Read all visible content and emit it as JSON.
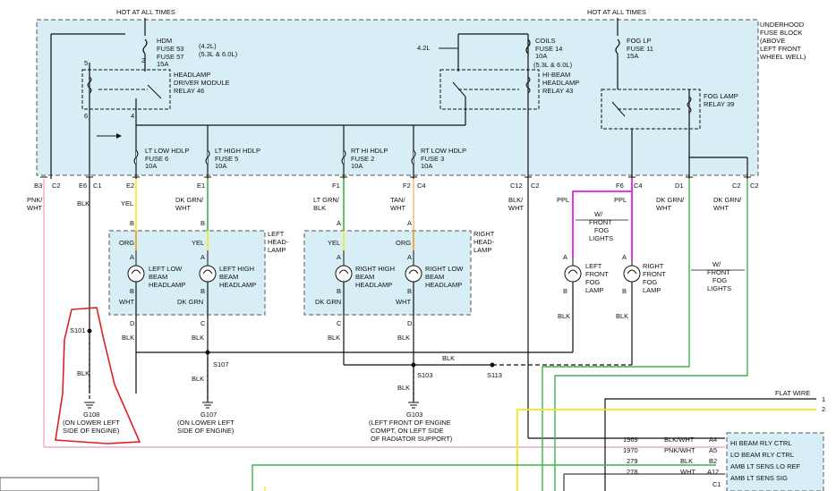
{
  "hot_at_all_times": [
    "HOT AT ALL TIMES",
    "HOT AT ALL TIMES"
  ],
  "underhood": [
    "UNDERHOOD",
    "FUSE BLOCK",
    "(ABOVE",
    "LEFT FRONT",
    "WHEEL WELL)"
  ],
  "hdm_fuse": {
    "name": "HDM",
    "fuse53": "FUSE 53",
    "fuse57": "FUSE 57",
    "rating": "15A",
    "eng1": "(4.2L)",
    "eng2": "(5.3L & 6.0L)"
  },
  "coils_fuse": {
    "name": "COILS",
    "fuse": "FUSE 14",
    "rating": "10A",
    "eng1": "4.2L",
    "eng2": "(5.3L & 6.0L)"
  },
  "foglp_fuse": {
    "name": "FOG LP",
    "fuse": "FUSE 11",
    "rating": "15A"
  },
  "relays": {
    "hdm": [
      "HEADLAMP",
      "DRIVER MODULE",
      "RELAY 46"
    ],
    "hibeam": [
      "HI-BEAM",
      "HEADLAMP",
      "RELAY 43"
    ],
    "fog": [
      "FOG LAMP",
      "RELAY 39"
    ]
  },
  "pins": {
    "p5": "5",
    "p2": "2",
    "p6": "6",
    "p4": "4"
  },
  "fuses_row": [
    {
      "name": "LT LOW HDLP",
      "fuse": "FUSE 6",
      "rating": "10A"
    },
    {
      "name": "LT HIGH HDLP",
      "fuse": "FUSE 5",
      "rating": "10A"
    },
    {
      "name": "RT HI HDLP",
      "fuse": "FUSE 2",
      "rating": "10A"
    },
    {
      "name": "RT LOW HDLP",
      "fuse": "FUSE 3",
      "rating": "10A"
    }
  ],
  "connectors": [
    "B3",
    "C2",
    "E6",
    "C1",
    "E2",
    "E1",
    "F1",
    "F2",
    "C4",
    "C12",
    "C2",
    "F6",
    "C4",
    "D1",
    "C2",
    "C2"
  ],
  "wire_colors": {
    "pnk_wht": [
      "PNK/",
      "WHT"
    ],
    "blk": "BLK",
    "yel": "YEL",
    "dk_grn_wht": [
      "DK GRN/",
      "WHT"
    ],
    "lt_grn_blk": [
      "LT GRN/",
      "BLK"
    ],
    "tan_wht": [
      "TAN/",
      "WHT"
    ],
    "blk_wht": [
      "BLK/",
      "WHT"
    ],
    "ppl": "PPL",
    "org": "ORG",
    "dk_grn": "DK GRN",
    "wht": "WHT"
  },
  "left_headlamp": [
    "LEFT",
    "HEAD-",
    "LAMP"
  ],
  "right_headlamp": [
    "RIGHT",
    "HEAD-",
    "LAMP"
  ],
  "lamps": {
    "left_low": [
      "LEFT LOW",
      "BEAM",
      "HEADLAMP"
    ],
    "left_high": [
      "LEFT HIGH",
      "BEAM",
      "HEADLAMP"
    ],
    "right_high": [
      "RIGHT HIGH",
      "BEAM",
      "HEADLAMP"
    ],
    "right_low": [
      "RIGHT LOW",
      "BEAM",
      "HEADLAMP"
    ],
    "left_fog": [
      "LEFT",
      "FRONT",
      "FOG",
      "LAMP"
    ],
    "right_fog": [
      "RIGHT",
      "FRONT",
      "FOG",
      "LAMP"
    ]
  },
  "w_front_fog": [
    "W/",
    "FRONT",
    "FOG",
    "LIGHTS"
  ],
  "splices": {
    "s101": "S101",
    "s107": "S107",
    "s103": "S103",
    "s113": "S113"
  },
  "grounds": {
    "g108": [
      "G108",
      "(ON LOWER LEFT",
      "SIDE OF ENGINE)"
    ],
    "g107": [
      "G107",
      "(ON LOWER LEFT",
      "SIDE OF ENGINE)"
    ],
    "g103": [
      "G103",
      "(LEFT FRONT OF ENGINE",
      "COMPT, ON LEFT SIDE",
      "OF RADIATOR SUPPORT)"
    ]
  },
  "flat_wire": {
    "label": "FLAT WIRE",
    "n1": "1",
    "n2": "2"
  },
  "bcm_rows": [
    {
      "circuit": "1969",
      "color": "BLK/WHT",
      "pin": "A4",
      "func": "HI BEAM RLY CTRL"
    },
    {
      "circuit": "1970",
      "color": "PNK/WHT",
      "pin": "A5",
      "func": "LO BEAM RLY CTRL"
    },
    {
      "circuit": "279",
      "color": "BLK",
      "pin": "B2",
      "func": "AMB LT SENS LO REF"
    },
    {
      "circuit": "278",
      "color": "WHT",
      "pin": "A12",
      "func": "AMB LT SENS SIG"
    }
  ],
  "bcm_c1": "C1",
  "letters": {
    "A": "A",
    "B": "B",
    "C": "C",
    "D": "D"
  },
  "colors": {
    "fuse_box": "#d7eef6",
    "pink": "#f2a6c8",
    "green": "#3bb54a",
    "yellow": "#f4ea1a",
    "orange": "#f29a1a",
    "magenta": "#e020e0",
    "annotation": "#e02020"
  }
}
